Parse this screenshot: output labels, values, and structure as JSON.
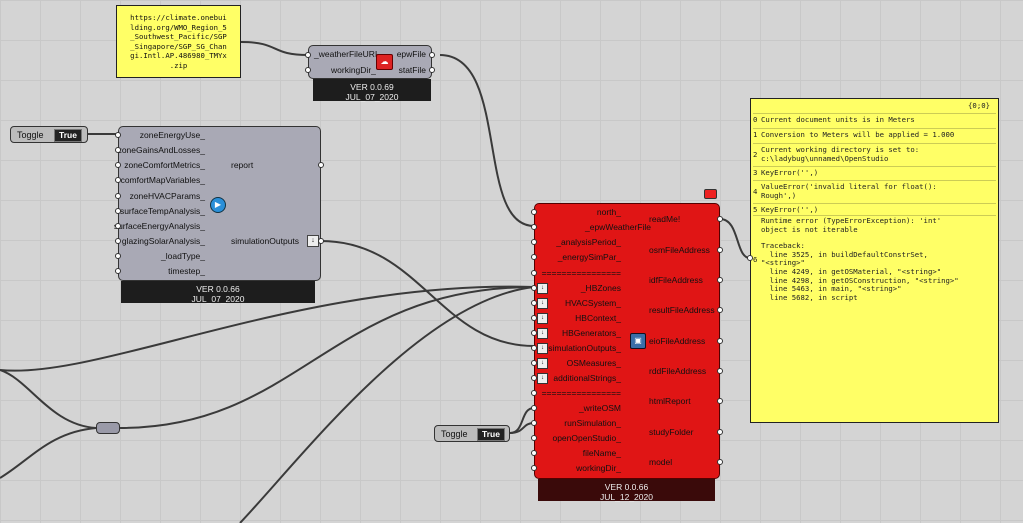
{
  "url_panel": {
    "text": "https://climate.onebuilding.org/WMO_Region_5_Southwest_Pacific/SGP_Singapore/SGP_SG_Changi.Intl.AP.486980_TMYx.zip",
    "lines": [
      "https://climate.onebui",
      "lding.org/WMO_Region_5",
      "_Southwest_Pacific/SGP",
      "_Singapore/SGP_SG_Chan",
      "gi.Intl.AP.486980_TMYx",
      ".zip"
    ]
  },
  "download_node": {
    "inputs": [
      "_weatherFileURL",
      "workingDir_"
    ],
    "outputs": [
      "epwFile",
      "statFile"
    ],
    "version": "VER 0.0.69",
    "date": "JUL_07_2020"
  },
  "toggle_top": {
    "label": "Toggle",
    "value": "True"
  },
  "toggle_bottom": {
    "label": "Toggle",
    "value": "True"
  },
  "sim_output_node": {
    "inputs": [
      "zoneEnergyUse_",
      "zoneGainsAndLosses_",
      "zoneComfortMetrics_",
      "comfortMapVariables_",
      "zoneHVACParams_",
      "surfaceTempAnalysis_",
      "surfaceEnergyAnalysis_",
      "glazingSolarAnalysis_",
      "_loadType_",
      "timestep_"
    ],
    "outputs": [
      "report",
      "simulationOutputs"
    ],
    "version": "VER 0.0.66",
    "date": "JUL_07_2020"
  },
  "export_node": {
    "inputs": [
      "north_",
      "_epwWeatherFile",
      "_analysisPeriod_",
      "_energySimPar_",
      "================",
      "_HBZones",
      "HVACSystem_",
      "HBContext_",
      "HBGenerators_",
      "simulationOutputs_",
      "OSMeasures_",
      "additionalStrings_",
      "================",
      "_writeOSM",
      "runSimulation_",
      "openOpenStudio_",
      "fileName_",
      "workingDir_"
    ],
    "outputs": [
      "readMe!",
      "osmFileAddress",
      "idfFileAddress",
      "resultFileAddress",
      "eioFileAddress",
      "rddFileAddress",
      "htmlReport",
      "studyFolder",
      "model"
    ],
    "version": "VER 0.0.66",
    "date": "JUL_12_2020"
  },
  "output_panel": {
    "header": "{0;0}",
    "entries": [
      {
        "index": "0",
        "lines": [
          "Current document units is in Meters"
        ]
      },
      {
        "index": "1",
        "lines": [
          "Conversion to Meters will be applied = 1.000"
        ]
      },
      {
        "index": "2",
        "lines": [
          "Current working directory is set to:",
          "c:\\ladybug\\unnamed\\OpenStudio"
        ]
      },
      {
        "index": "3",
        "lines": [
          "KeyError('',)"
        ]
      },
      {
        "index": "4",
        "lines": [
          "ValueError('invalid literal for float():",
          "Rough',)"
        ]
      },
      {
        "index": "5",
        "lines": [
          "KeyError('',)"
        ]
      },
      {
        "index": "6",
        "lines": [
          "Runtime error (TypeErrorException): 'int'",
          "object is not iterable",
          "",
          "Traceback:",
          "  line 3525, in buildDefaultConstrSet,",
          "\"<string>\"",
          "  line 4249, in getOSMaterial, \"<string>\"",
          "  line 4298, in getOSConstruction, \"<string>\"",
          "  line 5463, in main, \"<string>\"",
          "  line 5682, in script"
        ]
      }
    ]
  },
  "colors": {
    "canvas": "#d4d4d4",
    "component_grey": "#a9a9b5",
    "component_red": "#e01515",
    "panel_yellow": "#ffff66"
  },
  "icons": {
    "download_icon": "red-weather-icon",
    "sim_output_icon": "outputs-icon",
    "export_icon": "openstudio-icon",
    "warning_flag": "red-flag-icon"
  }
}
